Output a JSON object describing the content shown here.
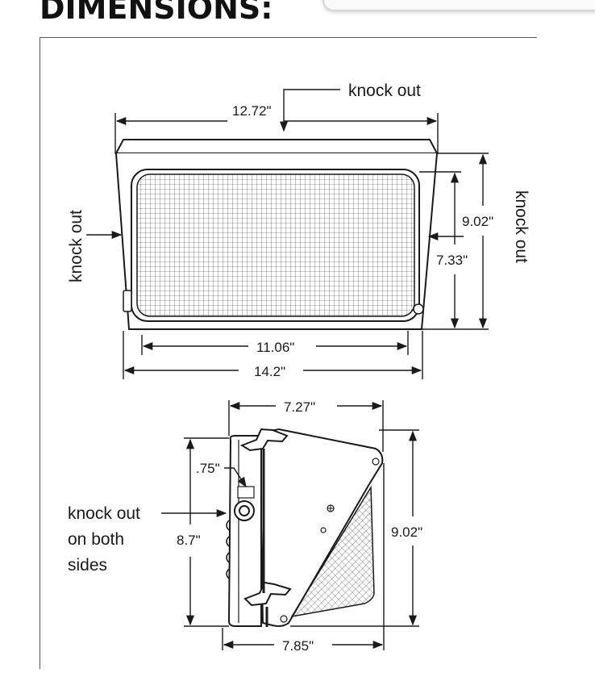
{
  "title": "DIMENSIONS:",
  "front_view": {
    "knock_out_top": "knock out",
    "knock_out_left": "knock out",
    "knock_out_right": "knock out",
    "width_top": "12.72\"",
    "width_lens": "11.06\"",
    "width_base": "14.2\"",
    "height_outer": "9.02\"",
    "height_lens": "7.33\""
  },
  "side_view": {
    "depth_top": "7.27\"",
    "depth_bottom": "7.85\"",
    "height_back": "8.7\"",
    "height_total": "9.02\"",
    "offset": ".75\"",
    "knock_out_line1": "knock out",
    "knock_out_line2": "on both",
    "knock_out_line3": "sides"
  }
}
